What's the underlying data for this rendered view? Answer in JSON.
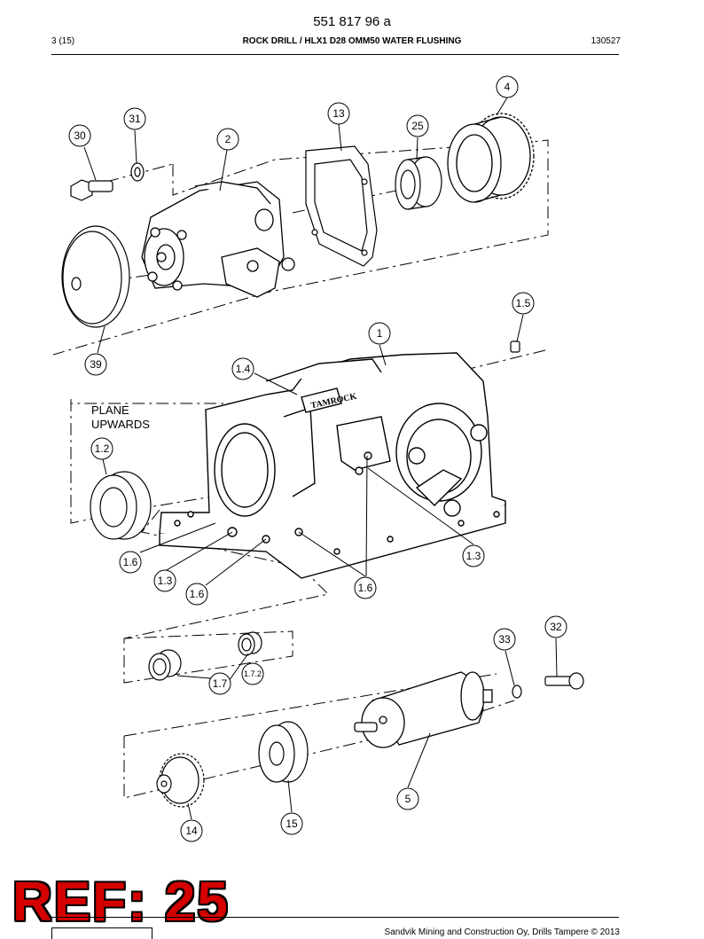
{
  "header": {
    "doc_number": "551 817 96 a",
    "page": "3 (15)",
    "title": "ROCK DRILL / HLX1 D28 OMM50 WATER FLUSHING",
    "date_code": "130527"
  },
  "drawing": {
    "note_line1": "PLANE",
    "note_line2": "UPWARDS",
    "housing_marking": "TAMROCK",
    "callouts": [
      "4",
      "13",
      "25",
      "31",
      "30",
      "2",
      "39",
      "1.5",
      "1",
      "1.4",
      "1.2",
      "1.6",
      "1.3",
      "1.6",
      "1.3",
      "1.6",
      "32",
      "33",
      "1.7",
      "1.7.2",
      "5",
      "14",
      "15"
    ]
  },
  "overlay": {
    "ref_label": "REF: 25"
  },
  "footer": {
    "copyright": "Sandvik Mining and Construction Oy, Drills Tampere © 2013"
  }
}
